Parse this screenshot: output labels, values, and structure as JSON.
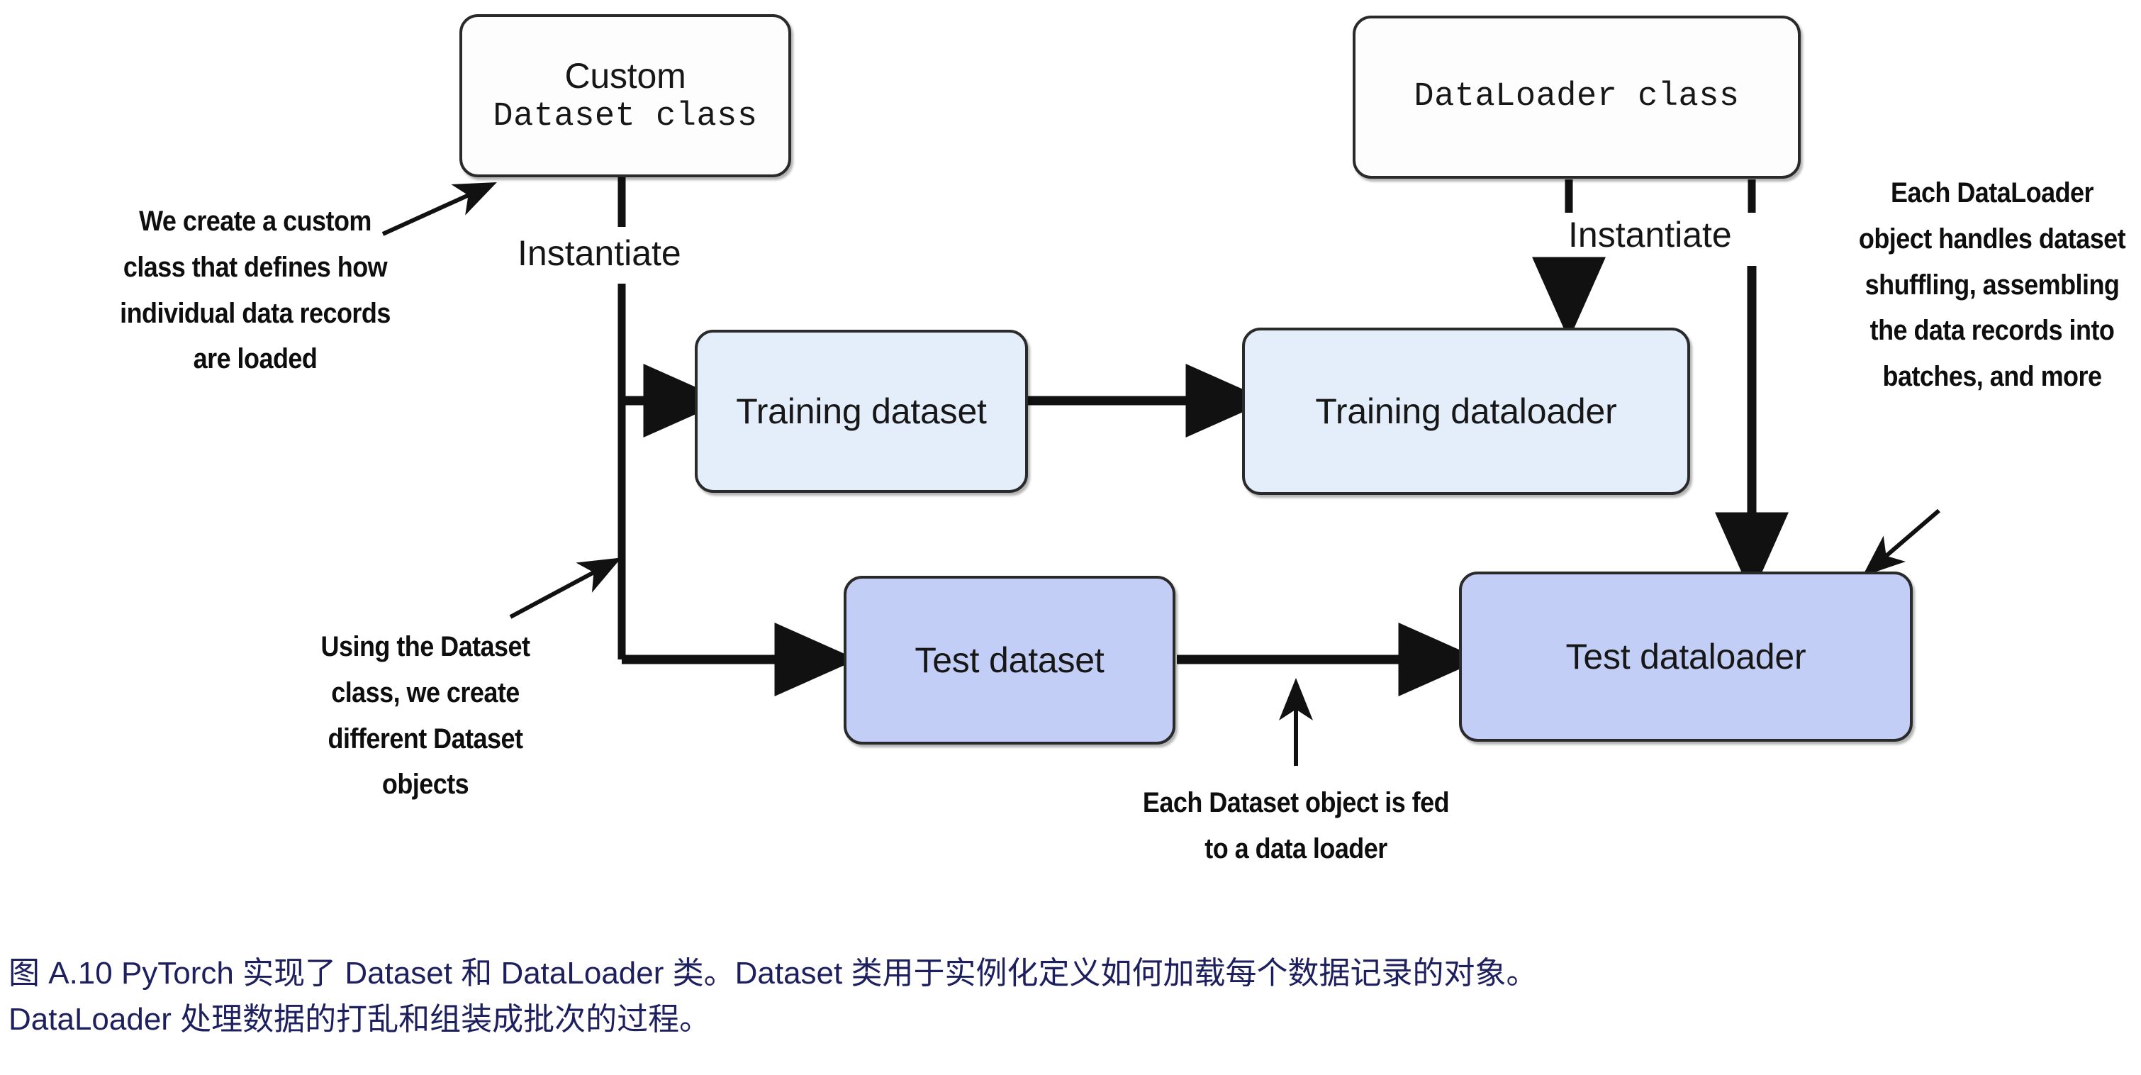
{
  "figure": {
    "nodes": [
      {
        "id": "custom-dataset-class",
        "line1": "Custom",
        "line2": "Dataset class",
        "style": "white"
      },
      {
        "id": "dataloader-class",
        "line1": "DataLoader class",
        "style": "white"
      },
      {
        "id": "training-dataset",
        "label": "Training dataset",
        "style": "light-blue"
      },
      {
        "id": "training-dataloader",
        "label": "Training dataloader",
        "style": "light-blue"
      },
      {
        "id": "test-dataset",
        "label": "Test dataset",
        "style": "dark-blue"
      },
      {
        "id": "test-dataloader",
        "label": "Test dataloader",
        "style": "dark-blue"
      }
    ],
    "edge_labels": {
      "instantiate_left": "Instantiate",
      "instantiate_right": "Instantiate"
    },
    "annotations": {
      "create_custom_class": [
        "We create a",
        "custom class that",
        "defines how",
        "individual data",
        "records are loaded"
      ],
      "using_dataset_class": [
        "Using the Dataset",
        "class, we create",
        "different Dataset",
        "objects"
      ],
      "each_dataset_object": [
        "Each Dataset object is",
        "fed to a data loader"
      ],
      "each_dataloader_object": [
        "Each DataLoader",
        "object handles",
        "dataset shuffling,",
        "assembling the",
        "data records into",
        "batches, and more"
      ]
    },
    "caption": {
      "line1": "图 A.10 PyTorch 实现了 Dataset 和 DataLoader 类。Dataset 类用于实例化定义如何加载每个数据记录的对象。",
      "line2": "DataLoader 处理数据的打乱和组装成批次的过程。"
    },
    "colors": {
      "light_blue": "#e3eefa",
      "dark_blue": "#c3cef6",
      "stroke": "#2a2a2a",
      "caption_text": "#1d1f5e",
      "background": "#ffffff"
    }
  }
}
